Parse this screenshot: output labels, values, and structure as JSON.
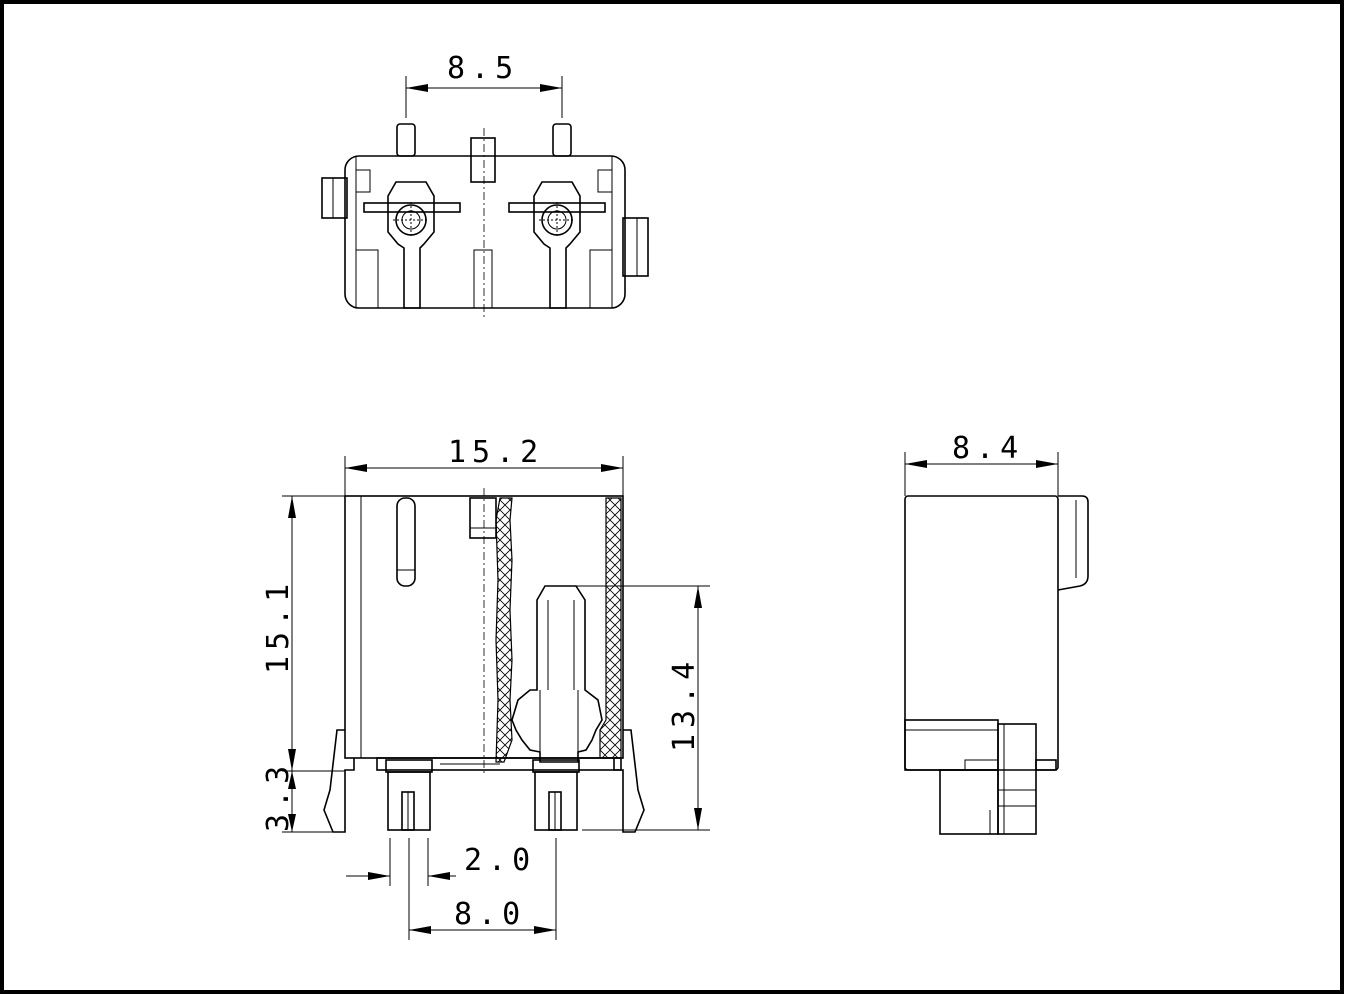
{
  "dimensions": {
    "top_pitch": "8.5",
    "width": "15.2",
    "depth": "8.4",
    "height": "15.1",
    "pin_length": "3.3",
    "contact_height": "13.4",
    "pin_width": "2.0",
    "pin_pitch": "8.0"
  }
}
